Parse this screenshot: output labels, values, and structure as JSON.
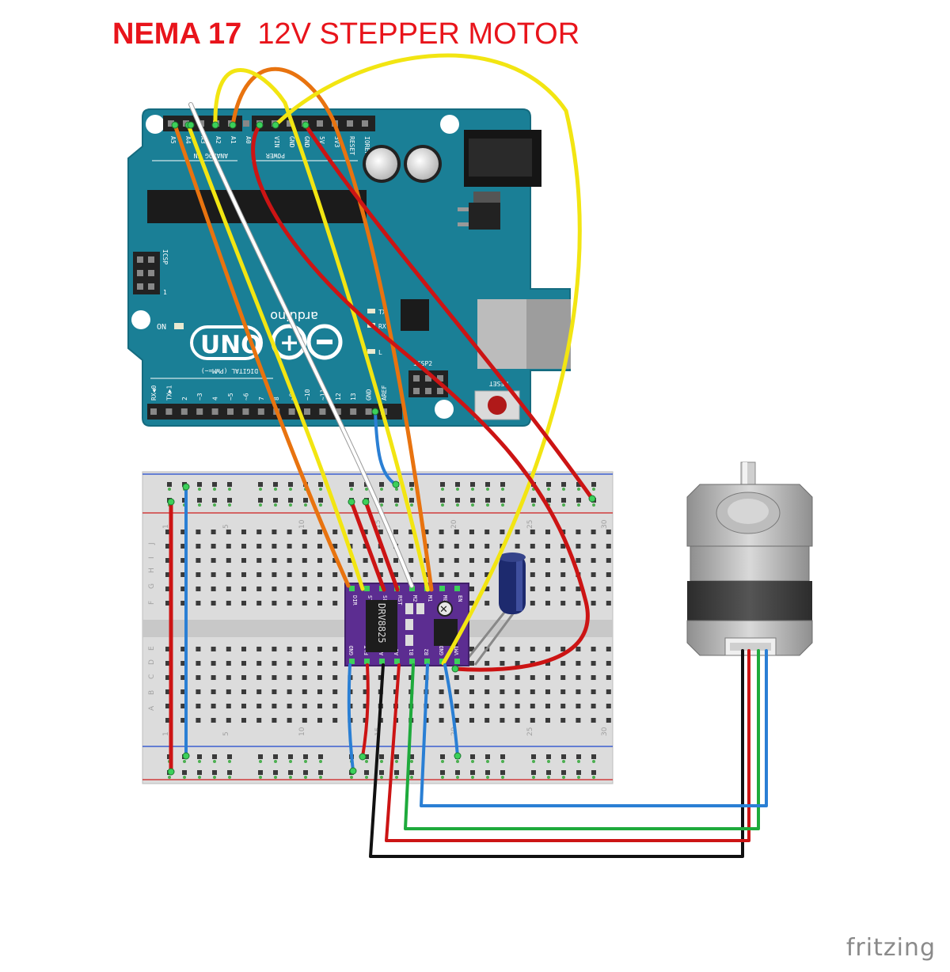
{
  "title": {
    "model": "NEMA 17",
    "description": "12V STEPPER MOTOR"
  },
  "arduino": {
    "logo_text": "UNO",
    "brand_text": "arduino",
    "analog_label": "ANALOG IN",
    "power_label": "POWER",
    "digital_label": "DIGITAL (PWM=~)",
    "icsp_label": "ICSP",
    "icsp2_label": "ICSP2",
    "on_label": "ON",
    "reset_label": "RESET",
    "tx_label": "TX",
    "rx_label": "RX",
    "l_label": "L",
    "analog_pins": [
      "A5",
      "A4",
      "A3",
      "A2",
      "A1",
      "A0"
    ],
    "power_pins": [
      "VIN",
      "GND",
      "GND",
      "5V",
      "3V3",
      "RESET",
      "IOREF"
    ],
    "digital_pins": [
      "RX◀0",
      "TX▶1",
      "2",
      "~3",
      "4",
      "~5",
      "~6",
      "7",
      "8",
      "~9",
      "~10",
      "~11",
      "12",
      "13",
      "GND",
      "AREF"
    ]
  },
  "breadboard": {
    "row_letters": [
      "J",
      "I",
      "H",
      "G",
      "F",
      "E",
      "D",
      "C",
      "B",
      "A"
    ],
    "column_numbers": [
      "1",
      "5",
      "10",
      "15",
      "20",
      "25",
      "30"
    ]
  },
  "driver": {
    "chip_text": "DRV8825",
    "top_pins": [
      "EN",
      "M0",
      "M1",
      "M2",
      "RST",
      "SLP",
      "STP",
      "DIR"
    ],
    "bottom_pins": [
      "VMT",
      "GND",
      "B2",
      "B1",
      "A1",
      "A2",
      "FLT",
      "GND"
    ]
  },
  "colors": {
    "arduino_board": "#1a7f96",
    "driver_board": "#5c2d91",
    "wire_red": "#cc1414",
    "wire_orange": "#e8730f",
    "wire_yellow": "#f2e512",
    "wire_blue": "#2a7fd4",
    "wire_green": "#1eaa3c",
    "wire_black": "#111111",
    "title_red": "#e8141b"
  },
  "watermark": "fritzing"
}
